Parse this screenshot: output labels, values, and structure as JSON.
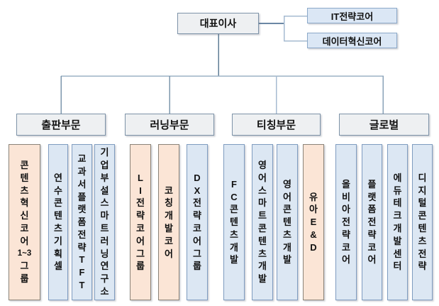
{
  "root": {
    "label": "대표이사"
  },
  "staff_units": [
    {
      "label": "IT전략코어"
    },
    {
      "label": "데이터혁신코어"
    }
  ],
  "divisions": [
    {
      "label": "출판부문",
      "teams": [
        {
          "label": "콘텐츠혁신코어 1~3 그룹",
          "tone": "orange",
          "stack": [
            "콘",
            "텐",
            "츠",
            "혁",
            "신",
            "코",
            "어",
            "1~3",
            "그",
            "룹"
          ]
        },
        {
          "label": "연수콘텐츠기획셀",
          "tone": "blue",
          "stack": [
            "연",
            "수",
            "콘",
            "텐",
            "츠",
            "기",
            "획",
            "셀"
          ]
        },
        {
          "label": "교과서플랫폼전략TFT",
          "tone": "blue",
          "stack": [
            "교",
            "과",
            "서",
            "플",
            "랫",
            "폼",
            "전",
            "략",
            "T",
            "F",
            "T"
          ]
        },
        {
          "label": "기업부설스마트러닝연구소",
          "tone": "blue",
          "stack": [
            "기",
            "업",
            "부",
            "설",
            "스",
            "마",
            "트",
            "러",
            "닝",
            "연",
            "구",
            "소"
          ]
        }
      ]
    },
    {
      "label": "러닝부문",
      "teams": [
        {
          "label": "LI전략코어그룹",
          "tone": "orange",
          "stack": [
            "L",
            "I",
            "전",
            "략",
            "코",
            "어",
            "그",
            "룹"
          ]
        },
        {
          "label": "코칭개발코어",
          "tone": "orange",
          "stack": [
            "코",
            "칭",
            "개",
            "발",
            "코",
            "어"
          ]
        },
        {
          "label": "DX전략코어그룹",
          "tone": "blue",
          "stack": [
            "D",
            "X",
            "전",
            "략",
            "코",
            "어",
            "그",
            "룹"
          ]
        }
      ]
    },
    {
      "label": "티칭부문",
      "teams": [
        {
          "label": "FC콘텐츠개발",
          "tone": "blue",
          "stack": [
            "F",
            "C",
            "콘",
            "텐",
            "츠",
            "개",
            "발"
          ]
        },
        {
          "label": "영어스마트콘텐츠개발",
          "tone": "blue",
          "stack": [
            "영",
            "어",
            "스",
            "마",
            "트",
            "콘",
            "텐",
            "츠",
            "개",
            "발"
          ]
        },
        {
          "label": "영어콘텐츠개발",
          "tone": "blue",
          "stack": [
            "영",
            "어",
            "콘",
            "텐",
            "츠",
            "개",
            "발"
          ]
        },
        {
          "label": "유아E&D",
          "tone": "orange",
          "stack": [
            "유",
            "아",
            "E",
            "&",
            "D"
          ]
        }
      ]
    },
    {
      "label": "글로벌",
      "teams": [
        {
          "label": "올비아전략코어",
          "tone": "blue",
          "stack": [
            "올",
            "비",
            "아",
            "전",
            "략",
            "코",
            "어"
          ]
        },
        {
          "label": "플랫폼전략코어",
          "tone": "blue",
          "stack": [
            "플",
            "랫",
            "폼",
            "전",
            "략",
            "코",
            "어"
          ]
        },
        {
          "label": "에듀테크개발센터",
          "tone": "blue",
          "stack": [
            "에",
            "듀",
            "테",
            "크",
            "개",
            "발",
            "센",
            "터"
          ]
        },
        {
          "label": "디지털콘텐츠전략",
          "tone": "blue",
          "stack": [
            "디",
            "지",
            "털",
            "콘",
            "텐",
            "츠",
            "전",
            "략"
          ]
        }
      ]
    }
  ],
  "colors": {
    "header_fill": "#eef0f2",
    "header_border": "#7e93a8",
    "staff_fill": "#dbe7f5",
    "staff_border": "#8ca9c9",
    "team_blue_fill": "#dce7f3",
    "team_blue_border": "#7f9cc0",
    "team_orange_fill": "#fbe5d6",
    "team_orange_border": "#8b8378",
    "connector": "#8aa2b8"
  }
}
